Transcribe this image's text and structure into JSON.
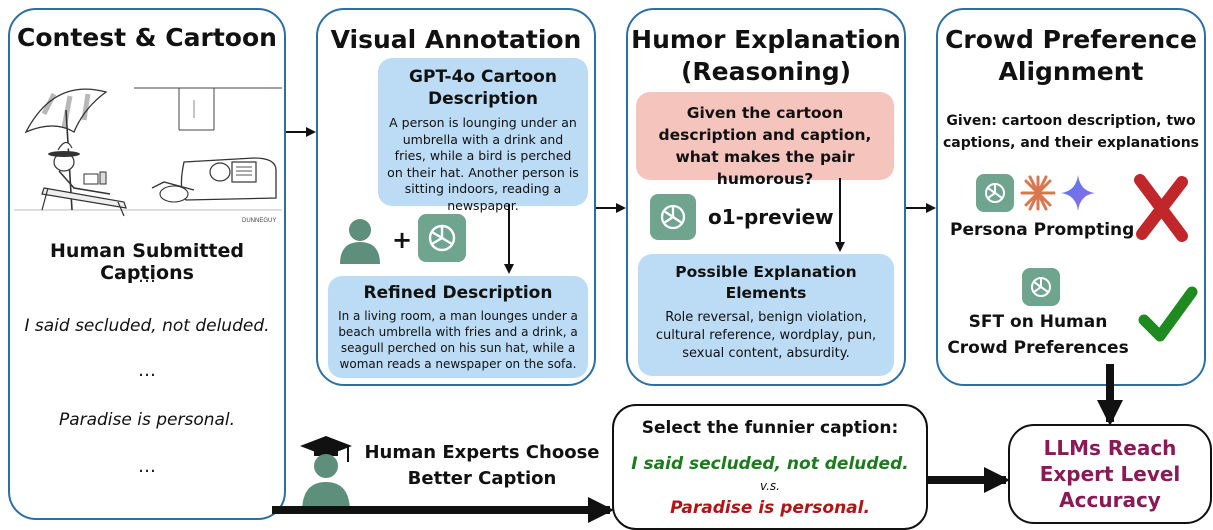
{
  "panels": {
    "contest": {
      "title": "Contest & Cartoon",
      "captions_heading": "Human Submitted Captions",
      "ellipsis": "…",
      "caption_1": "I said secluded, not deluded.",
      "caption_2": "Paradise is personal.",
      "cartoon_signature": "DUNNEGUY"
    },
    "visual": {
      "title": "Visual Annotation",
      "gpt_box_title": "GPT-4o Cartoon Description",
      "gpt_box_text": "A person is lounging under an umbrella with a drink and fries, while a bird is perched on their hat. Another person is sitting indoors, reading a newspaper.",
      "refined_title": "Refined Description",
      "refined_text": "In a living room, a man lounges under a beach umbrella with fries and a drink, a seagull perched on his sun hat, while a woman reads a newspaper on the sofa.",
      "plus": "+"
    },
    "humor": {
      "title_line1": "Humor Explanation",
      "title_line2": "(Reasoning)",
      "question": "Given the cartoon description and caption, what makes the pair humorous?",
      "model": "o1-preview",
      "elements_title": "Possible Explanation Elements",
      "elements_text": "Role reversal, benign violation, cultural reference, wordplay, pun, sexual content, absurdity."
    },
    "crowd": {
      "title_line1": "Crowd Preference",
      "title_line2": "Alignment",
      "given": "Given: cartoon description, two captions, and their explanations",
      "persona": "Persona Prompting",
      "sft_line1": "SFT on Human",
      "sft_line2": "Crowd Preferences"
    }
  },
  "experts": {
    "label_line1": "Human Experts Choose",
    "label_line2": "Better Caption"
  },
  "select": {
    "title": "Select the funnier caption:",
    "caption_1": "I said secluded, not deluded.",
    "vs": "v.s.",
    "caption_2": "Paradise is personal."
  },
  "result": {
    "line1": "LLMs Reach",
    "line2": "Expert Level",
    "line3": "Accuracy"
  },
  "colors": {
    "panel_border": "#2e6fa3",
    "blue_box": "#bcdcf5",
    "pink_box": "#f5c4bd",
    "green_caption": "#1e7a1e",
    "red_caption": "#b01515",
    "result_text": "#8a1a55",
    "cross": "#c0262a",
    "check": "#1f8a1f"
  },
  "icons": [
    "chatgpt-logo-icon",
    "person-icon",
    "graduate-icon",
    "claude-icon",
    "gemini-icon",
    "cross-icon",
    "check-icon"
  ]
}
